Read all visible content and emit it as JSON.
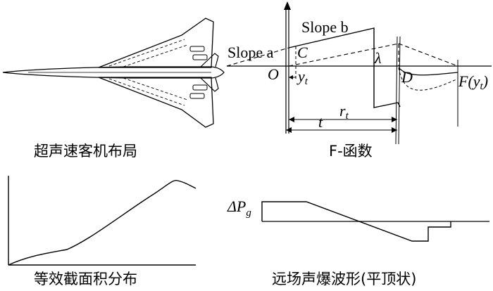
{
  "captions": {
    "aircraft": "超声速客机布局",
    "f_function": "F-函数",
    "area": "等效截面积分布",
    "wave": "远场声爆波形(平顶状)"
  },
  "f_labels": {
    "slope_a": "Slope a",
    "slope_b": "Slope b",
    "C": "C",
    "O": "O",
    "y": "y",
    "t_sub": "t",
    "lambda": "λ",
    "D": "D",
    "F": "F",
    "F_arg_open": "(y",
    "F_arg_sub": "t",
    "F_arg_close": ")",
    "r": "r",
    "r_sub": "t",
    "t": "t"
  },
  "wave_labels": {
    "delta_p": "ΔP",
    "delta_p_sub": "g"
  }
}
